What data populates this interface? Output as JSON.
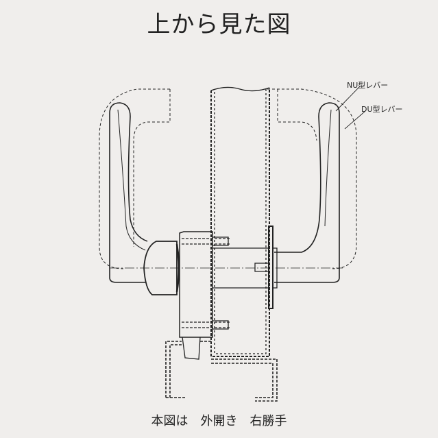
{
  "title": "上から見た図",
  "labels": {
    "nu_lever": "NU型レバー",
    "du_lever": "DU型レバー"
  },
  "caption": "本図は　外開き　右勝手"
}
